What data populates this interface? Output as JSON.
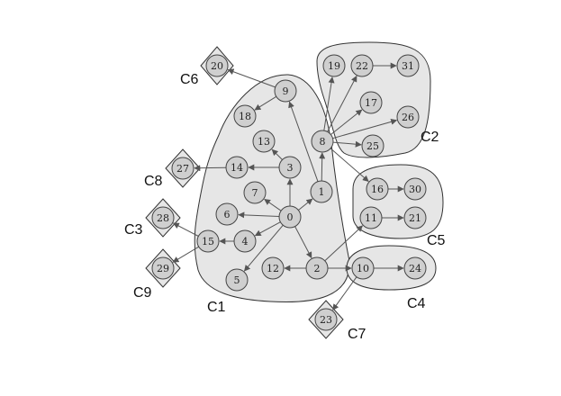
{
  "colors": {
    "node_fill": "#cfcfcf",
    "node_stroke": "#444444",
    "region_fill": "#e6e6e6",
    "region_stroke": "#333333",
    "edge": "#555555"
  },
  "nodes": [
    {
      "id": "0",
      "label": "0"
    },
    {
      "id": "1",
      "label": "1"
    },
    {
      "id": "2",
      "label": "2"
    },
    {
      "id": "3",
      "label": "3"
    },
    {
      "id": "4",
      "label": "4"
    },
    {
      "id": "5",
      "label": "5"
    },
    {
      "id": "6",
      "label": "6"
    },
    {
      "id": "7",
      "label": "7"
    },
    {
      "id": "8",
      "label": "8"
    },
    {
      "id": "9",
      "label": "9"
    },
    {
      "id": "10",
      "label": "10"
    },
    {
      "id": "11",
      "label": "11"
    },
    {
      "id": "12",
      "label": "12"
    },
    {
      "id": "13",
      "label": "13"
    },
    {
      "id": "14",
      "label": "14"
    },
    {
      "id": "15",
      "label": "15"
    },
    {
      "id": "16",
      "label": "16"
    },
    {
      "id": "17",
      "label": "17"
    },
    {
      "id": "18",
      "label": "18"
    },
    {
      "id": "19",
      "label": "19"
    },
    {
      "id": "20",
      "label": "20"
    },
    {
      "id": "21",
      "label": "21"
    },
    {
      "id": "22",
      "label": "22"
    },
    {
      "id": "23",
      "label": "23"
    },
    {
      "id": "24",
      "label": "24"
    },
    {
      "id": "25",
      "label": "25"
    },
    {
      "id": "26",
      "label": "26"
    },
    {
      "id": "27",
      "label": "27"
    },
    {
      "id": "28",
      "label": "28"
    },
    {
      "id": "29",
      "label": "29"
    },
    {
      "id": "30",
      "label": "30"
    },
    {
      "id": "31",
      "label": "31"
    }
  ],
  "edges": [
    [
      "0",
      "1"
    ],
    [
      "0",
      "2"
    ],
    [
      "0",
      "3"
    ],
    [
      "0",
      "4"
    ],
    [
      "0",
      "5"
    ],
    [
      "0",
      "6"
    ],
    [
      "0",
      "7"
    ],
    [
      "1",
      "8"
    ],
    [
      "1",
      "9"
    ],
    [
      "3",
      "13"
    ],
    [
      "3",
      "14"
    ],
    [
      "14",
      "27"
    ],
    [
      "4",
      "15"
    ],
    [
      "15",
      "28"
    ],
    [
      "15",
      "29"
    ],
    [
      "9",
      "18"
    ],
    [
      "9",
      "20"
    ],
    [
      "8",
      "19"
    ],
    [
      "8",
      "22"
    ],
    [
      "8",
      "17"
    ],
    [
      "8",
      "26"
    ],
    [
      "8",
      "25"
    ],
    [
      "8",
      "16"
    ],
    [
      "22",
      "31"
    ],
    [
      "16",
      "30"
    ],
    [
      "11",
      "21"
    ],
    [
      "2",
      "11"
    ],
    [
      "2",
      "12"
    ],
    [
      "2",
      "10"
    ],
    [
      "10",
      "24"
    ],
    [
      "10",
      "23"
    ]
  ],
  "clusters": [
    {
      "id": "C1",
      "label": "C1"
    },
    {
      "id": "C2",
      "label": "C2"
    },
    {
      "id": "C3",
      "label": "C3"
    },
    {
      "id": "C4",
      "label": "C4"
    },
    {
      "id": "C5",
      "label": "C5"
    },
    {
      "id": "C6",
      "label": "C6"
    },
    {
      "id": "C7",
      "label": "C7"
    },
    {
      "id": "C8",
      "label": "C8"
    },
    {
      "id": "C9",
      "label": "C9"
    }
  ]
}
